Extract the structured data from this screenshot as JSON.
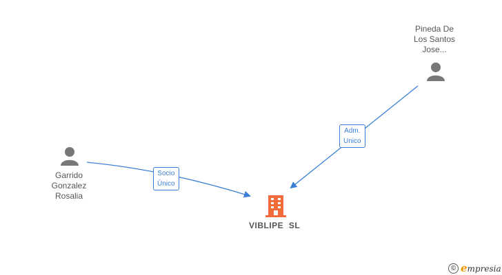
{
  "nodes": {
    "person_top": {
      "label": "Pineda De\nLos Santos\nJose..."
    },
    "person_left": {
      "label": "Garrido\nGonzalez\nRosalia"
    },
    "company": {
      "label": "VIBLIPE  SL"
    }
  },
  "edges": {
    "adm": {
      "label": "Adm.\nUnico"
    },
    "socio": {
      "label": "Socio\nÚnico"
    }
  },
  "brand": {
    "copyright": "©",
    "e_letter": "e",
    "name_rest": "mpresia"
  },
  "colors": {
    "edge": "#3a7fd5",
    "person": "#777777",
    "company": "#f26b3a"
  }
}
